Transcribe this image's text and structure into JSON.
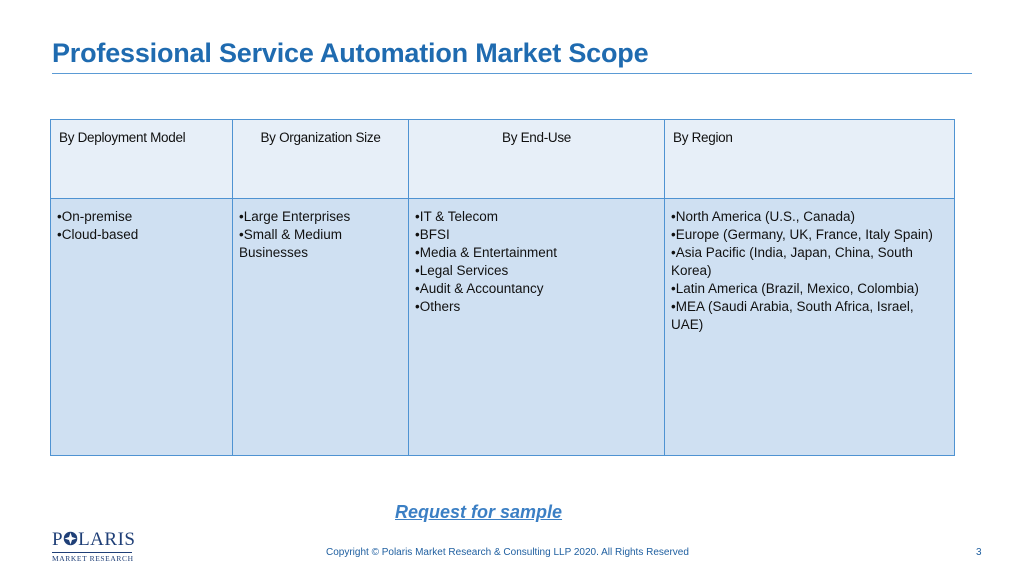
{
  "slide": {
    "title": "Professional Service Automation Market Scope",
    "cta": "Request for sample",
    "copyright": "Copyright © Polaris Market Research & Consulting LLP 2020. All Rights Reserved",
    "page_number": "3"
  },
  "logo": {
    "brand_prefix": "P",
    "brand_suffix": "LARIS",
    "subtitle": "MARKET RESEARCH",
    "icon": "compass-star-icon",
    "color": "#1f3f77"
  },
  "colors": {
    "title": "#1f6bb0",
    "header_bg": "#e7eff8",
    "cell_bg": "#cfe0f2",
    "border": "#4f93d2",
    "link": "#3b7fc4"
  },
  "table": {
    "headers": [
      "By Deployment Model",
      "By Organization Size",
      "By End-Use",
      "By Region"
    ],
    "columns": [
      [
        "On-premise",
        "Cloud-based"
      ],
      [
        "Large Enterprises",
        "Small & Medium Businesses"
      ],
      [
        "IT & Telecom",
        "BFSI",
        "Media & Entertainment",
        "Legal Services",
        "Audit & Accountancy",
        "Others"
      ],
      [
        "North America (U.S., Canada)",
        "Europe (Germany, UK, France, Italy Spain)",
        "Asia Pacific (India, Japan, China, South Korea)",
        "Latin America (Brazil, Mexico, Colombia)",
        "MEA (Saudi Arabia, South Africa, Israel, UAE)"
      ]
    ]
  }
}
